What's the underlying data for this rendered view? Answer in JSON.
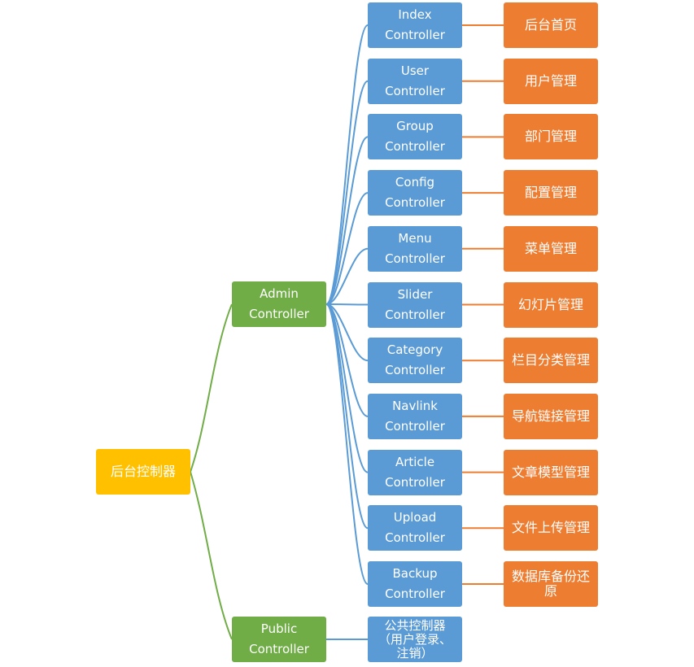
{
  "root": {
    "label": "后台控制器",
    "color": "#ffc000"
  },
  "mid": [
    {
      "line1": "Admin",
      "line2": "Controller",
      "color": "#70ad47"
    },
    {
      "line1": "Public",
      "line2": "Controller",
      "color": "#70ad47"
    }
  ],
  "admin_children": [
    {
      "line1": "Index",
      "line2": "Controller",
      "desc": "后台首页"
    },
    {
      "line1": "User",
      "line2": "Controller",
      "desc": "用户管理"
    },
    {
      "line1": "Group",
      "line2": "Controller",
      "desc": "部门管理"
    },
    {
      "line1": "Config",
      "line2": "Controller",
      "desc": "配置管理"
    },
    {
      "line1": "Menu",
      "line2": "Controller",
      "desc": "菜单管理"
    },
    {
      "line1": "Slider",
      "line2": "Controller",
      "desc": "幻灯片管理"
    },
    {
      "line1": "Category",
      "line2": "Controller",
      "desc": "栏目分类管理"
    },
    {
      "line1": "Navlink",
      "line2": "Controller",
      "desc": "导航链接管理"
    },
    {
      "line1": "Article",
      "line2": "Controller",
      "desc": "文章模型管理"
    },
    {
      "line1": "Upload",
      "line2": "Controller",
      "desc": "文件上传管理"
    },
    {
      "line1": "Backup",
      "line2": "Controller",
      "desc": "数据库备份还原"
    }
  ],
  "public_child": {
    "line1": "公共控制器",
    "line2": "（用户登录、",
    "line3": "注销）"
  },
  "colors": {
    "blue": "#5b9bd5",
    "orange": "#ed7d31",
    "green_line": "#70ad47"
  }
}
